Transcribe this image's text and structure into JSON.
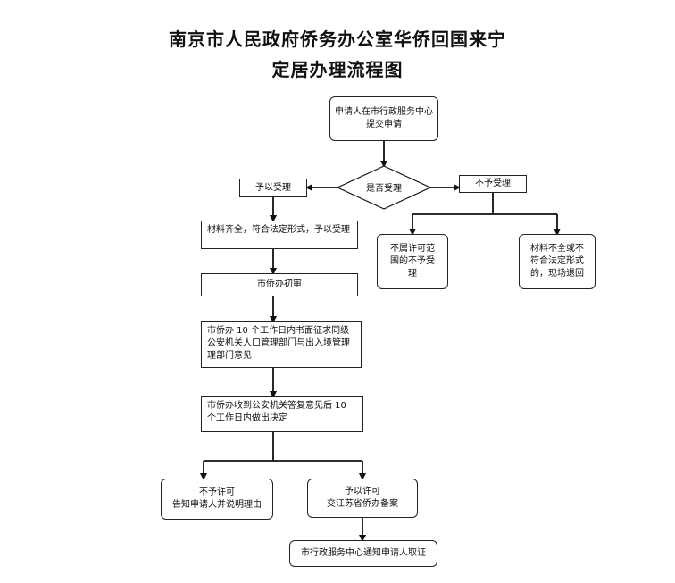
{
  "title": {
    "line1": "南京市人民政府侨务办公室华侨回国来宁",
    "line2": "定居办理流程图"
  },
  "nodes": {
    "apply": "申请人在市行政服务中心\n提交申请",
    "decision": "是否受理",
    "accept": "予以受理",
    "reject": "不予受理",
    "materials_ok": "材料齐全，符合法定形式，予以受理",
    "out_of_scope": "不属许可范\n围的不予受\n理",
    "materials_incomplete": "材料不全或不\n符合法定形式\n的，现场退回",
    "initial_review": "市侨办初审",
    "consult": "市侨办 10 个工作日内书面征求同级\n公安机关人口管理部门与出入境管理\n理部门意见",
    "decide": "市侨办收到公安机关答复意见后 10\n个工作日内做出决定",
    "deny": "不予许可\n告知申请人并说明理由",
    "grant": "予以许可\n交江苏省侨办备案",
    "notify": "市行政服务中心通知申请人取证"
  }
}
